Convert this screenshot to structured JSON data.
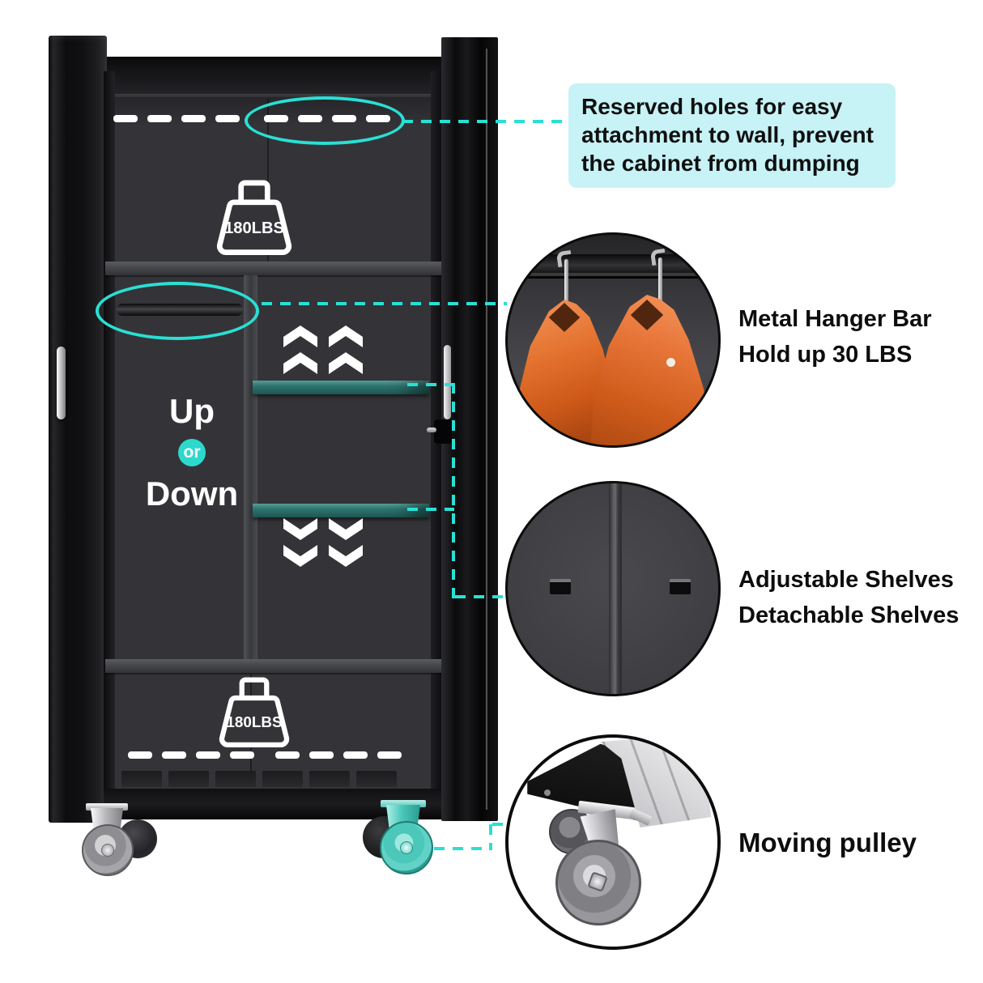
{
  "reserved": {
    "line1": "Reserved holes for easy",
    "line2": "attachment to wall, prevent",
    "line3": "the cabinet from dumping"
  },
  "hanger": {
    "line1": "Metal Hanger Bar",
    "line2": "Hold up 30 LBS"
  },
  "shelves": {
    "line1": "Adjustable Shelves",
    "line2": "Detachable Shelves"
  },
  "pulley": {
    "label": "Moving pulley"
  },
  "cabinet": {
    "top_capacity": "180LBS",
    "bottom_capacity": "180LBS",
    "up": "Up",
    "or": "or",
    "down": "Down"
  },
  "colors": {
    "accent_cyan": "#29E0D4",
    "shelf_teal": "#2E7571",
    "wheel_highlight_teal": "#4CC8BB",
    "callout_bg": "#C7F2F6",
    "jacket_orange": "#E2702C"
  }
}
